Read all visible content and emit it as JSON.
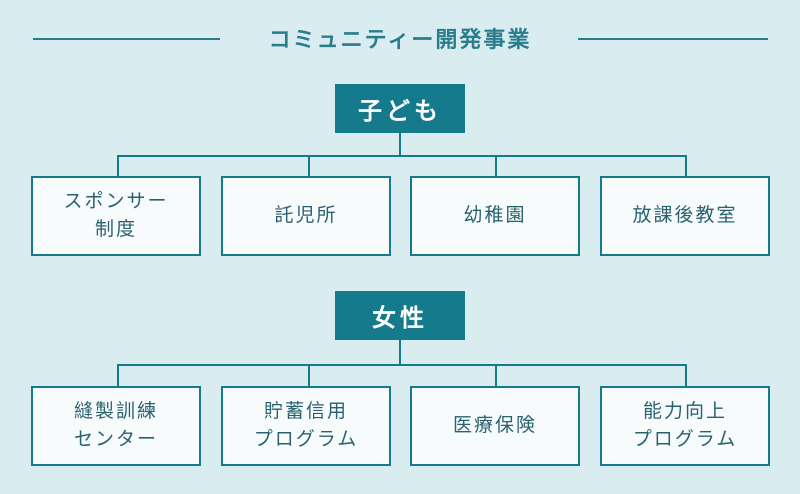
{
  "title": "コミュニティー開発事業",
  "sections": [
    {
      "label": "子ども",
      "items": [
        {
          "lines": [
            "スポンサー",
            "制度"
          ]
        },
        {
          "lines": [
            "託児所"
          ]
        },
        {
          "lines": [
            "幼稚園"
          ]
        },
        {
          "lines": [
            "放課後教室"
          ]
        }
      ]
    },
    {
      "label": "女性",
      "items": [
        {
          "lines": [
            "縫製訓練",
            "センター"
          ]
        },
        {
          "lines": [
            "貯蓄信用",
            "プログラム"
          ]
        },
        {
          "lines": [
            "医療保険"
          ]
        },
        {
          "lines": [
            "能力向上",
            "プログラム"
          ]
        }
      ]
    }
  ],
  "colors": {
    "background": "#d9edf1",
    "accent": "#157b8c",
    "box_fill": "#f7fbfc",
    "text": "#2a6170"
  }
}
